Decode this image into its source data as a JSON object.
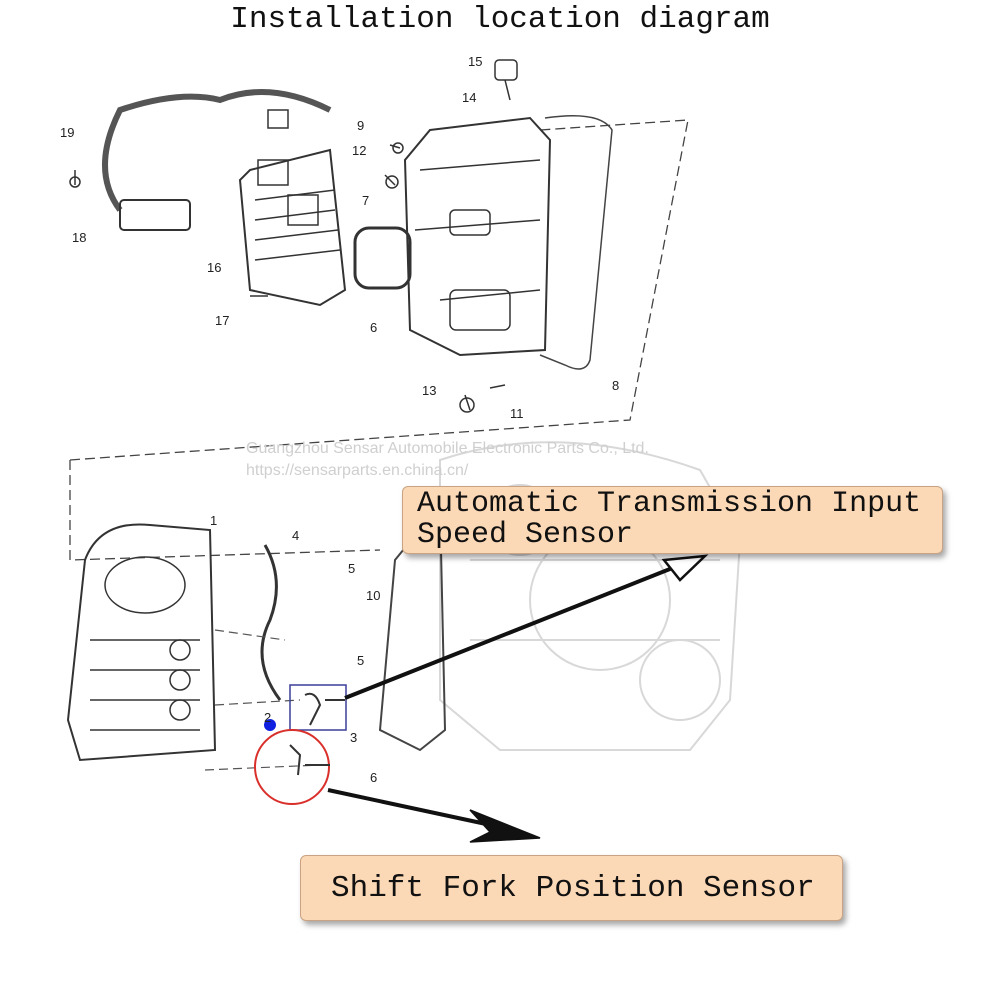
{
  "title": "Installation location diagram",
  "watermark": {
    "company": "Guangzhou Sensar Automobile Electronic Parts Co., Ltd.",
    "url": "https://sensarparts.en.china.cn/"
  },
  "callouts": {
    "input_speed_sensor_line1": "Automatic Transmission Input",
    "input_speed_sensor_line2": "Speed Sensor",
    "shift_fork_sensor": "Shift Fork Position Sensor"
  },
  "part_numbers": [
    "1",
    "2",
    "3",
    "4",
    "5",
    "5",
    "6",
    "6",
    "7",
    "8",
    "9",
    "10",
    "11",
    "12",
    "13",
    "14",
    "15",
    "16",
    "17",
    "18",
    "19"
  ],
  "colors": {
    "callout_bg": "#fcd9b6",
    "highlight_box": "#3a3f9a",
    "highlight_circle": "#d9302c",
    "marker_dot": "#1020e0"
  }
}
